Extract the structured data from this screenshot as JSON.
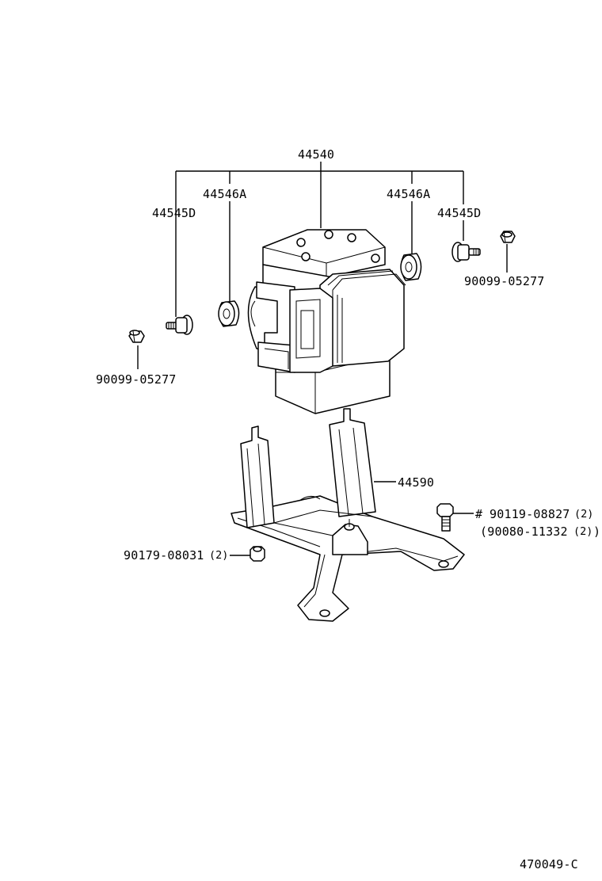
{
  "labels": {
    "actuator": "44540",
    "cushion_left": "44546A",
    "cushion_right": "44546A",
    "stud_left": "44545D",
    "stud_right": "44545D",
    "nut_left": "90099-05277",
    "nut_right": "90099-05277",
    "bracket": "44590",
    "bolt_main": "90119-08827",
    "bolt_main_qty": "(2)",
    "bolt_marker": "#",
    "bolt_alt": "(90080-11332",
    "bolt_alt_qty": "(2)",
    "bolt_alt_close": ")",
    "bracket_nut": "90179-08031",
    "bracket_nut_qty": "(2)",
    "diagram_code": "470049-C"
  }
}
